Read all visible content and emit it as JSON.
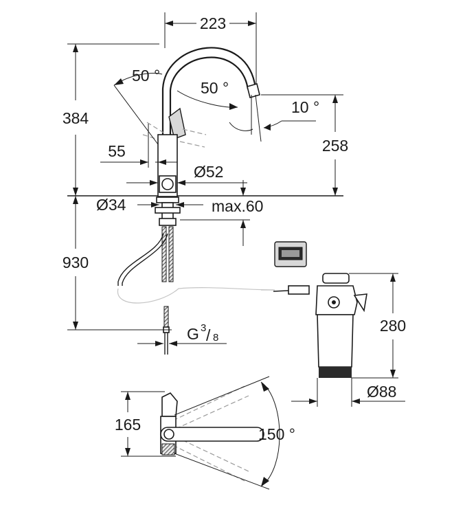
{
  "dimensions": {
    "spout_reach": "223",
    "total_height": "384",
    "swivel_angle_left": "50 °",
    "swivel_angle_right": "50 °",
    "outlet_tilt": "10 °",
    "outlet_height": "258",
    "lever_offset": "55",
    "body_diameter": "Ø52",
    "hole_diameter": "Ø34",
    "max_counter_thickness": "max.60",
    "hose_length": "930",
    "connection_thread": "G",
    "connection_thread_num": "3",
    "connection_thread_den": "8",
    "filter_height": "280",
    "filter_diameter": "Ø88",
    "plan_depth": "165",
    "plan_swivel": "150 °"
  }
}
